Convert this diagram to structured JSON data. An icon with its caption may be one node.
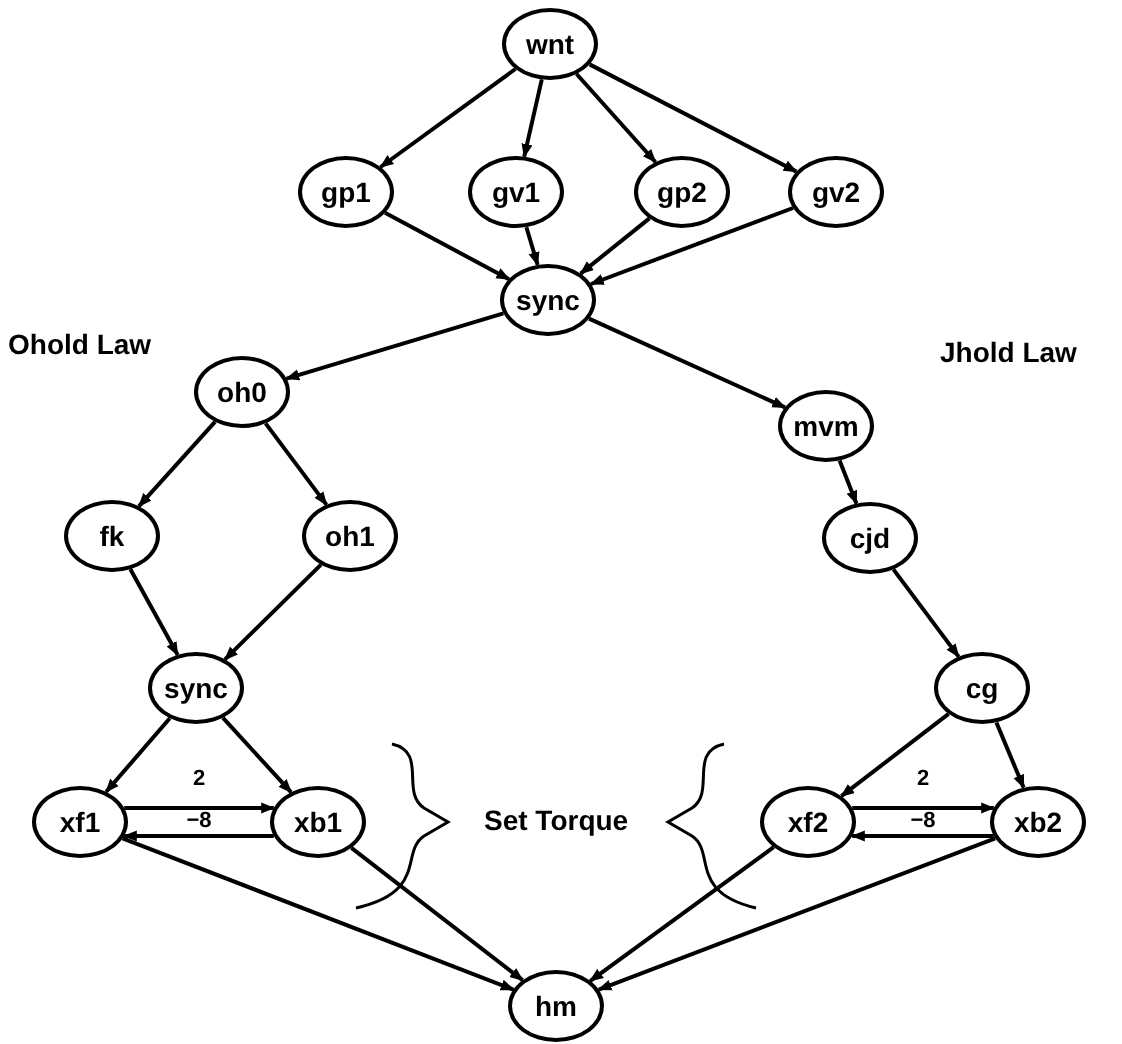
{
  "diagram": {
    "nodes": [
      {
        "text": [
          "wnt"
        ]
      },
      {
        "text": [
          "gp1"
        ]
      },
      {
        "text": [
          "gv1"
        ]
      },
      {
        "text": [
          "gp2"
        ]
      },
      {
        "text": [
          "gv2"
        ]
      },
      {
        "text": [
          "sync"
        ]
      },
      {
        "text": [
          "oh0"
        ]
      },
      {
        "text": [
          "fk"
        ]
      },
      {
        "text": [
          "oh1"
        ]
      },
      {
        "text": [
          "sync"
        ]
      },
      {
        "text": [
          "xf1"
        ]
      },
      {
        "text": [
          "xb1"
        ]
      },
      {
        "text": [
          "mvm"
        ]
      },
      {
        "text": [
          "cjd"
        ]
      },
      {
        "text": [
          "cg"
        ]
      },
      {
        "text": [
          "xf2"
        ]
      },
      {
        "text": [
          "xb2"
        ]
      },
      {
        "text": [
          "hm"
        ]
      }
    ],
    "edges": [
      {
        "from": 0,
        "to": 1,
        "arrow": "to"
      },
      {
        "from": 0,
        "to": 2,
        "arrow": "to"
      },
      {
        "from": 0,
        "to": 3,
        "arrow": "to"
      },
      {
        "from": 0,
        "to": 4,
        "arrow": "to"
      },
      {
        "from": 1,
        "to": 5,
        "arrow": "to"
      },
      {
        "from": 2,
        "to": 5,
        "arrow": "to"
      },
      {
        "from": 3,
        "to": 5,
        "arrow": "to"
      },
      {
        "from": 4,
        "to": 5,
        "arrow": "to"
      },
      {
        "from": 5,
        "to": 6,
        "arrow": "to"
      },
      {
        "from": 5,
        "to": 12,
        "arrow": "to"
      },
      {
        "from": 6,
        "to": 7,
        "arrow": "to"
      },
      {
        "from": 6,
        "to": 8,
        "arrow": "to"
      },
      {
        "from": 7,
        "to": 9,
        "arrow": "to"
      },
      {
        "from": 8,
        "to": 9,
        "arrow": "to"
      },
      {
        "from": 9,
        "to": 10,
        "arrow": "to"
      },
      {
        "from": 9,
        "to": 11,
        "arrow": "to"
      },
      {
        "from": 10,
        "to": 11,
        "arrow": "to",
        "label": "2"
      },
      {
        "from": 11,
        "to": 10,
        "arrow": "to",
        "label": "−8"
      },
      {
        "from": 10,
        "to": 17,
        "arrow": "to"
      },
      {
        "from": 11,
        "to": 17,
        "arrow": "to"
      },
      {
        "from": 12,
        "to": 13,
        "arrow": "to"
      },
      {
        "from": 13,
        "to": 14,
        "arrow": "to"
      },
      {
        "from": 14,
        "to": 15,
        "arrow": "to"
      },
      {
        "from": 14,
        "to": 16,
        "arrow": "to"
      },
      {
        "from": 15,
        "to": 16,
        "arrow": "to",
        "label": "2"
      },
      {
        "from": 16,
        "to": 15,
        "arrow": "to",
        "label": "−8"
      },
      {
        "from": 15,
        "to": 17,
        "arrow": "to"
      },
      {
        "from": 16,
        "to": 17,
        "arrow": "to"
      }
    ],
    "labels": [
      "Ohold Law",
      "Jhold Law",
      "Set Torque"
    ]
  }
}
